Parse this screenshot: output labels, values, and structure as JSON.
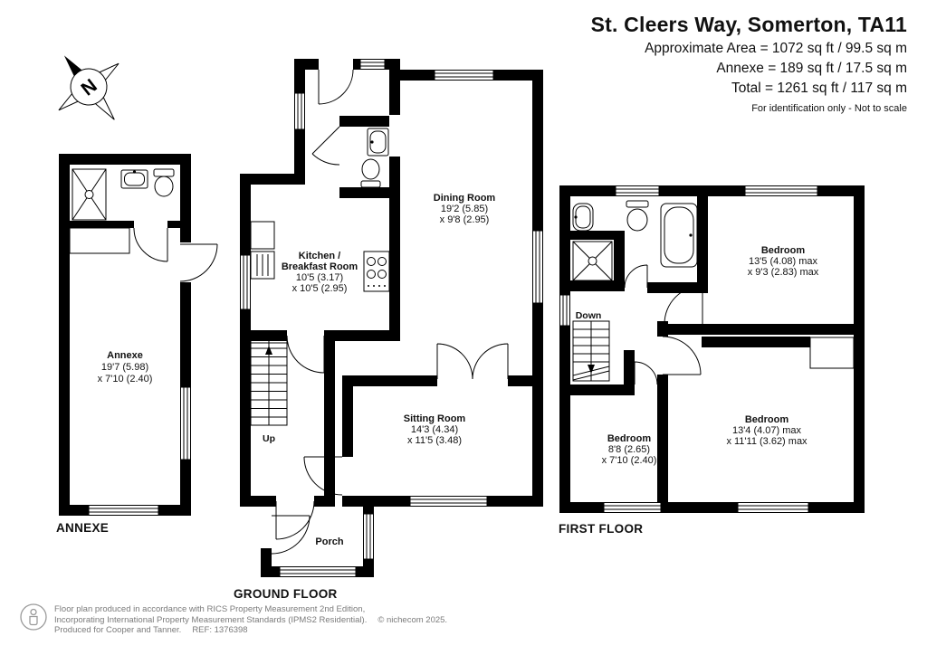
{
  "header": {
    "title": "St. Cleers Way, Somerton, TA11",
    "area_line1": "Approximate Area = 1072 sq ft / 99.5 sq m",
    "area_line2": "Annexe = 189 sq ft / 17.5 sq m",
    "area_line3": "Total = 1261 sq ft / 117 sq m",
    "disclaimer": "For identification only - Not to scale"
  },
  "compass": {
    "label": "N"
  },
  "annexe": {
    "floor_label": "ANNEXE",
    "room": {
      "name": "Annexe",
      "dim1": "19'7 (5.98)",
      "dim2": "x 7'10 (2.40)"
    }
  },
  "ground": {
    "floor_label": "GROUND FLOOR",
    "stairs_label": "Up",
    "kitchen": {
      "name1": "Kitchen /",
      "name2": "Breakfast Room",
      "dim1": "10'5 (3.17)",
      "dim2": "x 10'5 (2.95)"
    },
    "dining": {
      "name": "Dining Room",
      "dim1": "19'2 (5.85)",
      "dim2": "x 9'8 (2.95)"
    },
    "sitting": {
      "name": "Sitting Room",
      "dim1": "14'3 (4.34)",
      "dim2": "x 11'5 (3.48)"
    },
    "porch": {
      "name": "Porch"
    }
  },
  "first": {
    "floor_label": "FIRST FLOOR",
    "stairs_label": "Down",
    "bedroom1": {
      "name": "Bedroom",
      "dim1": "13'5 (4.08) max",
      "dim2": "x 9'3 (2.83) max"
    },
    "bedroom2": {
      "name": "Bedroom",
      "dim1": "13'4 (4.07) max",
      "dim2": "x 11'11 (3.62) max"
    },
    "bedroom3": {
      "name": "Bedroom",
      "dim1": "8'8 (2.65)",
      "dim2": "x 7'10 (2.40)"
    }
  },
  "footer": {
    "line1": "Floor plan produced in accordance with RICS Property Measurement 2nd Edition,",
    "line2": "Incorporating International Property Measurement Standards (IPMS2 Residential).",
    "copyright": "© nichecom 2025.",
    "line3a": "Produced for Cooper and Tanner.",
    "line3b": "REF: 1376398"
  }
}
